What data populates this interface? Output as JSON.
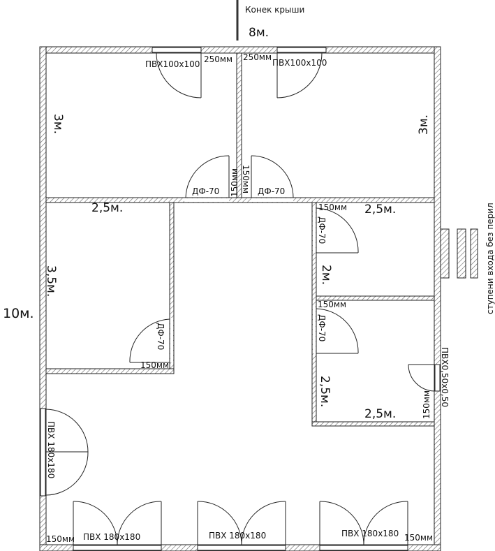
{
  "roof_ridge": "Конек крыши",
  "overall": {
    "width": "8м.",
    "height": "10м."
  },
  "stairs_label": "ступени входа без перил",
  "rooms": {
    "top_left_height": "3м.",
    "top_right_height": "3м.",
    "mid_left_width": "2,5м.",
    "mid_left_height": "3,5м.",
    "right_upper_width": "2,5м.",
    "right_upper_height": "2м.",
    "right_lower_height": "2,5м.",
    "right_lower_width": "2,5м."
  },
  "windows": {
    "top_left": "ПВХ100х100",
    "top_right": "ПВХ100х100",
    "side_right": "ПВХ0,50х0,50",
    "left_big": "ПВХ 180х180",
    "bottom_1": "ПВХ 180х180",
    "bottom_2": "ПВХ 180х180",
    "bottom_3": "ПВХ 180х180"
  },
  "doors": {
    "top_left": "ДФ-70",
    "top_right": "ДФ-70",
    "right_upper": "ДФ-70",
    "right_lower": "ДФ-70",
    "mid_left": "ДФ-70"
  },
  "dims": {
    "top_250_left": "250мм",
    "top_250_right": "250мм",
    "center_150a": "150мм",
    "center_150b": "150мм",
    "right_upper_150": "150мм",
    "right_lower_150": "150мм",
    "mid_left_150": "150мм",
    "side_window_150": "150мм",
    "bottom_left_150": "150мм",
    "bottom_right_150": "150мм"
  }
}
